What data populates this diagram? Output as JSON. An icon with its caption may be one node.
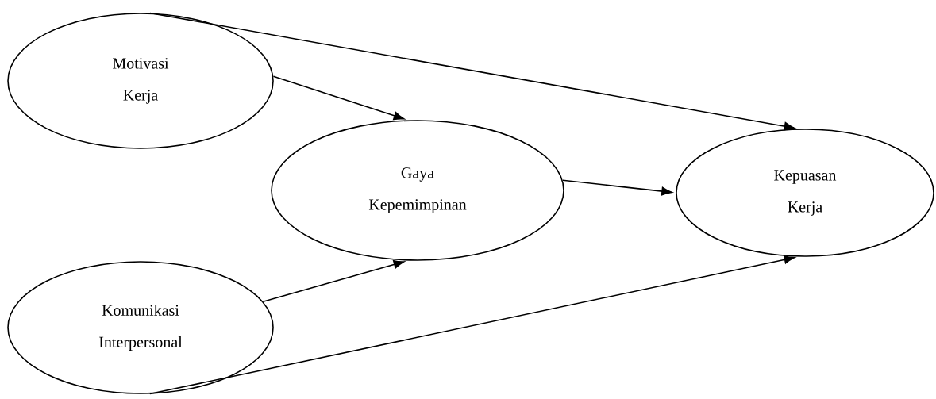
{
  "diagram": {
    "nodes": [
      {
        "text": [
          "Motivasi Kerja"
        ]
      },
      {
        "text": [
          "Gaya Kepemimpinan"
        ]
      },
      {
        "text": [
          "Kepuasan Kerja"
        ]
      },
      {
        "text": [
          "Komunikasi Interpersonal"
        ]
      }
    ],
    "edges": [
      {
        "from": 0,
        "to": 1,
        "arrow": "to"
      },
      {
        "from": 0,
        "to": 2,
        "arrow": "to"
      },
      {
        "from": 1,
        "to": 2,
        "arrow": "to"
      },
      {
        "from": 3,
        "to": 1,
        "arrow": "to"
      },
      {
        "from": 3,
        "to": 2,
        "arrow": "to"
      }
    ]
  }
}
